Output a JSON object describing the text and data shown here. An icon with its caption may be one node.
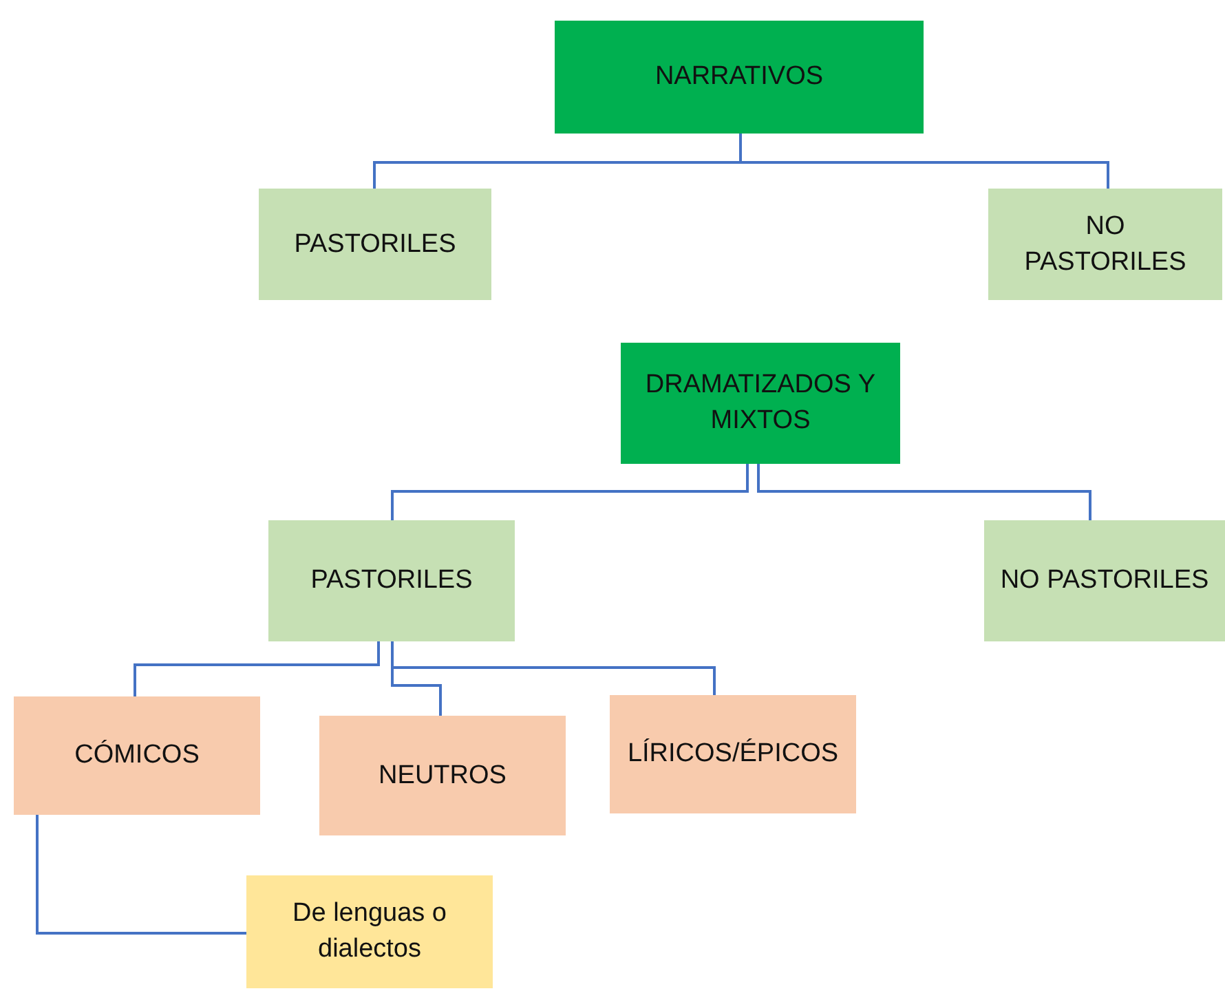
{
  "diagram": {
    "nodes": [
      {
        "text": [
          "NARRATIVOS"
        ]
      },
      {
        "text": [
          "PASTORILES"
        ]
      },
      {
        "text": [
          "NO PASTORILES"
        ]
      },
      {
        "text": [
          "DRAMATIZADOS Y MIXTOS"
        ]
      },
      {
        "text": [
          "PASTORILES"
        ]
      },
      {
        "text": [
          "NO PASTORILES"
        ]
      },
      {
        "text": [
          "CÓMICOS"
        ]
      },
      {
        "text": [
          "NEUTROS"
        ]
      },
      {
        "text": [
          "LÍRICOS/ÉPICOS"
        ]
      },
      {
        "text": [
          "De lenguas o dialectos"
        ]
      }
    ],
    "edges": [
      {
        "from": 0,
        "to": 1,
        "arrow": "none"
      },
      {
        "from": 0,
        "to": 2,
        "arrow": "none"
      },
      {
        "from": 3,
        "to": 4,
        "arrow": "none"
      },
      {
        "from": 3,
        "to": 5,
        "arrow": "none"
      },
      {
        "from": 4,
        "to": 6,
        "arrow": "none"
      },
      {
        "from": 4,
        "to": 7,
        "arrow": "none"
      },
      {
        "from": 4,
        "to": 8,
        "arrow": "none"
      },
      {
        "from": 6,
        "to": 9,
        "arrow": "none"
      }
    ]
  }
}
